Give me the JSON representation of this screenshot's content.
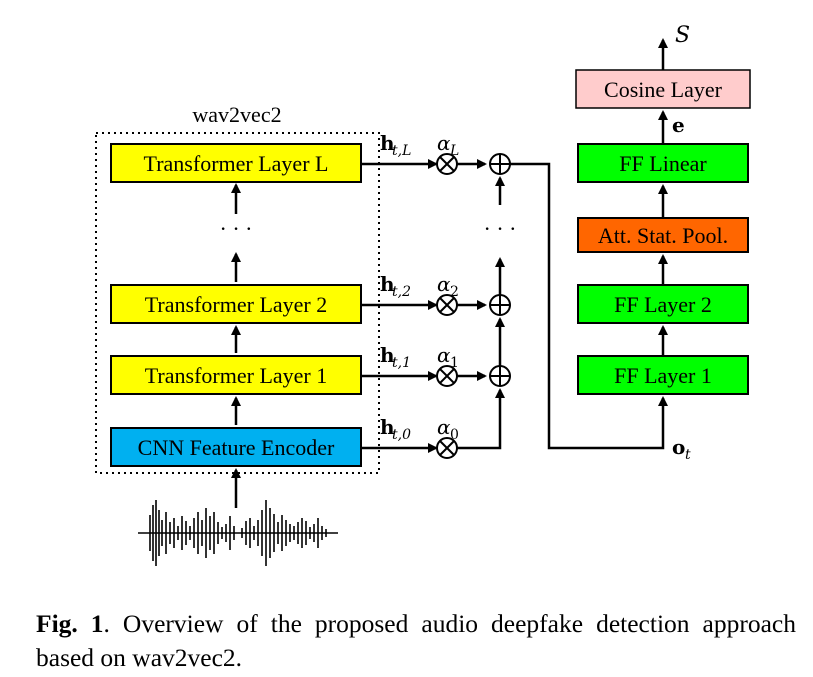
{
  "diagram": {
    "group_label": "wav2vec2",
    "boxes": {
      "transformer_L": "Transformer Layer L",
      "transformer_2": "Transformer Layer 2",
      "transformer_1": "Transformer Layer 1",
      "cnn_encoder": "CNN Feature Encoder",
      "cosine": "Cosine Layer",
      "ff_linear": "FF Linear",
      "att_pool": "Att. Stat. Pool.",
      "ff_layer2": "FF Layer 2",
      "ff_layer1": "FF Layer 1"
    },
    "ellipsis": "· · ·",
    "hidden_labels": {
      "L": {
        "main": "h",
        "sub": "t,L"
      },
      "two": {
        "main": "h",
        "sub": "t,2"
      },
      "one": {
        "main": "h",
        "sub": "t,1"
      },
      "zero": {
        "main": "h",
        "sub": "t,0"
      }
    },
    "weight_labels": {
      "L": {
        "main": "α",
        "sub": "L"
      },
      "two": {
        "main": "α",
        "sub": "2"
      },
      "one": {
        "main": "α",
        "sub": "1"
      },
      "zero": {
        "main": "α",
        "sub": "0"
      }
    },
    "output_label": "S",
    "embedding_label": "e",
    "ot_label": {
      "main": "o",
      "sub": "t"
    },
    "colors": {
      "yellow": "#ffff00",
      "blue": "#00b0f0",
      "green": "#00ff00",
      "orange": "#ff6600",
      "pink": "#ffcccc"
    }
  },
  "caption": {
    "fig_label": "Fig. 1",
    "text": ".  Overview of the proposed audio deepfake detection approach based on wav2vec2."
  }
}
